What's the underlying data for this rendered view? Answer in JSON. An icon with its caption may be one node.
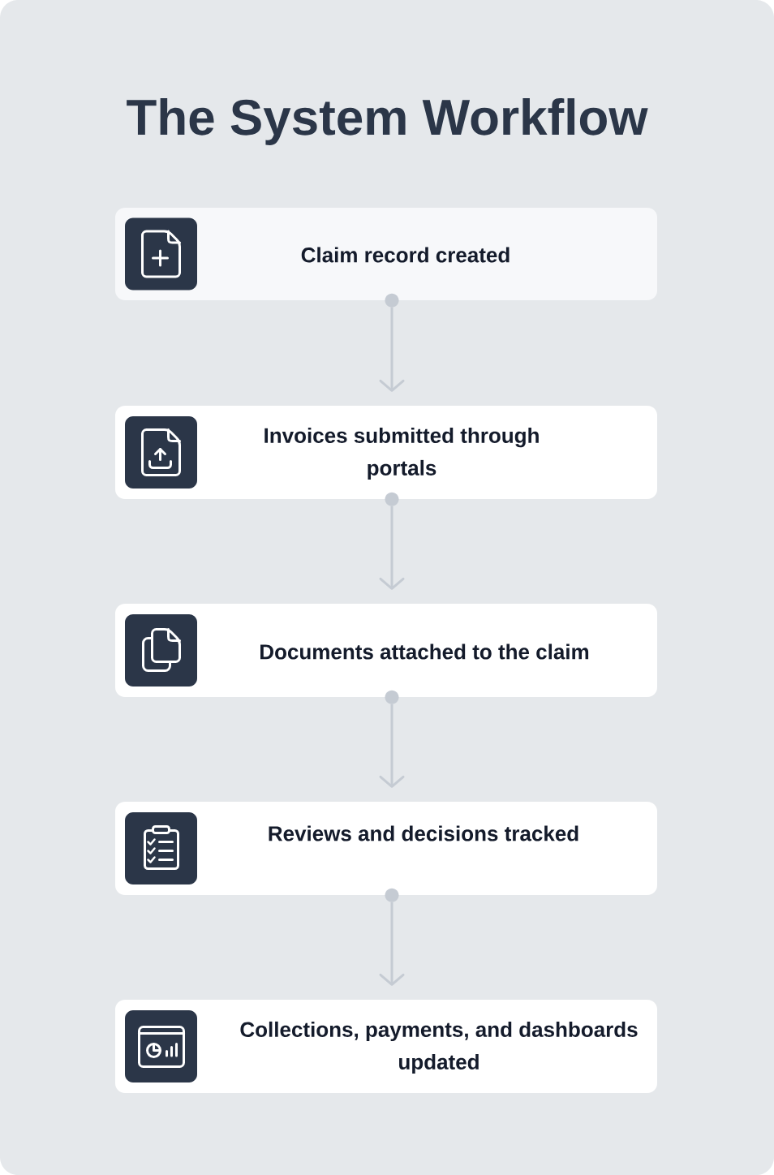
{
  "diagram": {
    "title": "The System Workflow",
    "nodes": [
      {
        "text": [
          "Claim record created"
        ]
      },
      {
        "text": [
          "Invoices submitted through portals"
        ]
      },
      {
        "text": [
          "Documents attached to the claim"
        ]
      },
      {
        "text": [
          "Reviews and decisions tracked"
        ]
      },
      {
        "text": [
          "Collections, payments, and dashboards updated"
        ]
      }
    ],
    "edges": [
      {
        "from": 0,
        "to": 1,
        "arrow": "to"
      },
      {
        "from": 1,
        "to": 2,
        "arrow": "to"
      },
      {
        "from": 2,
        "to": 3,
        "arrow": "to"
      },
      {
        "from": 3,
        "to": 4,
        "arrow": "to"
      }
    ]
  }
}
